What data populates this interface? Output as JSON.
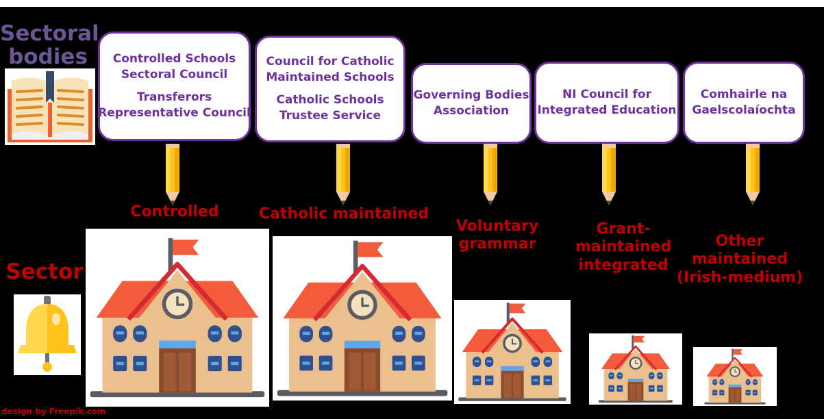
{
  "headings": {
    "sectoral_bodies": [
      "Sectoral",
      "bodies"
    ],
    "sector": "Sector"
  },
  "bodies": [
    {
      "groups": [
        [
          "Controlled Schools",
          "Sectoral Council"
        ],
        [
          "Transferors",
          "Representative Council"
        ]
      ]
    },
    {
      "groups": [
        [
          "Council for Catholic",
          "Maintained Schools"
        ],
        [
          "Catholic Schools",
          "Trustee Service"
        ]
      ]
    },
    {
      "groups": [
        [
          "Governing Bodies",
          "Association"
        ]
      ]
    },
    {
      "groups": [
        [
          "NI Council for",
          "Integrated Education"
        ]
      ]
    },
    {
      "groups": [
        [
          "Comhairle na",
          "Gaelscolaíochta"
        ]
      ]
    }
  ],
  "sectors": [
    {
      "lines": [
        "Controlled"
      ]
    },
    {
      "lines": [
        "Catholic maintained"
      ]
    },
    {
      "lines": [
        "Voluntary",
        "grammar"
      ]
    },
    {
      "lines": [
        "Grant-",
        "maintained",
        "integrated"
      ]
    },
    {
      "lines": [
        "Other",
        "maintained",
        "(Irish-medium)"
      ]
    }
  ],
  "icons": [
    "book-icon",
    "bell-icon",
    "pencil-icon",
    "school-building-icon"
  ],
  "credit": "design by Freepik.com",
  "colors": {
    "body_text": "#7030a0",
    "heading_bodies": "#6b5597",
    "sector_text": "#c00000",
    "background": "#000000"
  }
}
